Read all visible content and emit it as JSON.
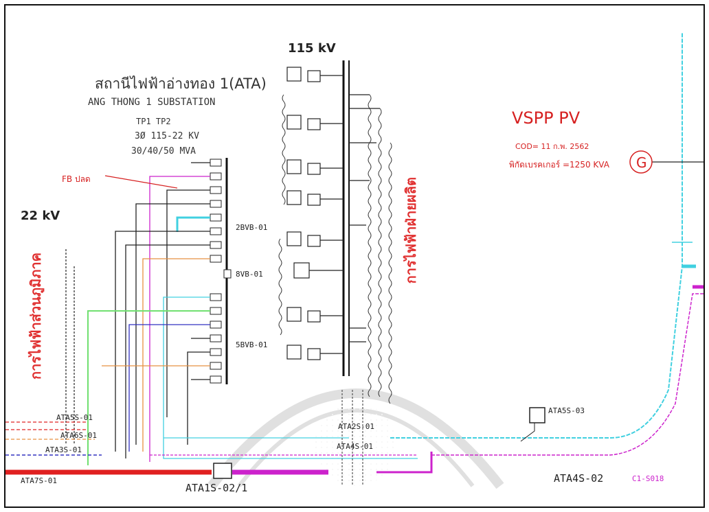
{
  "station": {
    "thai_name": "สถานีไฟฟ้าอ่างทอง 1(ATA)",
    "english_name": "ANG THONG 1 SUBSTATION",
    "transformers": "TP1    TP2",
    "voltage_rating": "3Ø 115-22 KV",
    "power_rating": "30/40/50 MVA"
  },
  "bus_labels": {
    "hv": "115 kV",
    "mv": "22 kV",
    "bus_2": "2BVB-01",
    "bus_8": "8VB-01",
    "bus_5": "5BVB-01"
  },
  "generator": {
    "name": "VSPP PV",
    "cod": "COD= 11 ก.พ. 2562",
    "capacity": "พิกัดเบรคเกอร์ =1250 KVA",
    "symbol": "G"
  },
  "annotations": {
    "fault": "FB ปลด",
    "pea_left": "การไฟฟ้าส่วนภูมิภาค",
    "pea_right": "การไฟฟ้าฝ่ายผลิต"
  },
  "feeders": {
    "ata5s_01": "ATA5S-01",
    "ata6s_01": "ATA6S-01",
    "ata3s_01": "ATA3S-01",
    "ata7s_01": "ATA7S-01",
    "ata1s_02": "ATA1S-02/1",
    "ata2s_01": "ATA2S-01",
    "ata4s_01": "ATA4S-01",
    "ata5s_03": "ATA5S-03",
    "ata4s_02": "ATA4S-02",
    "c1_s018": "C1-S018"
  },
  "colors": {
    "red": "#e02020",
    "magenta": "#cc22cc",
    "cyan": "#40d0e0",
    "green": "#70e070",
    "blue": "#3030c0",
    "orange": "#e89040",
    "black": "#222222"
  }
}
